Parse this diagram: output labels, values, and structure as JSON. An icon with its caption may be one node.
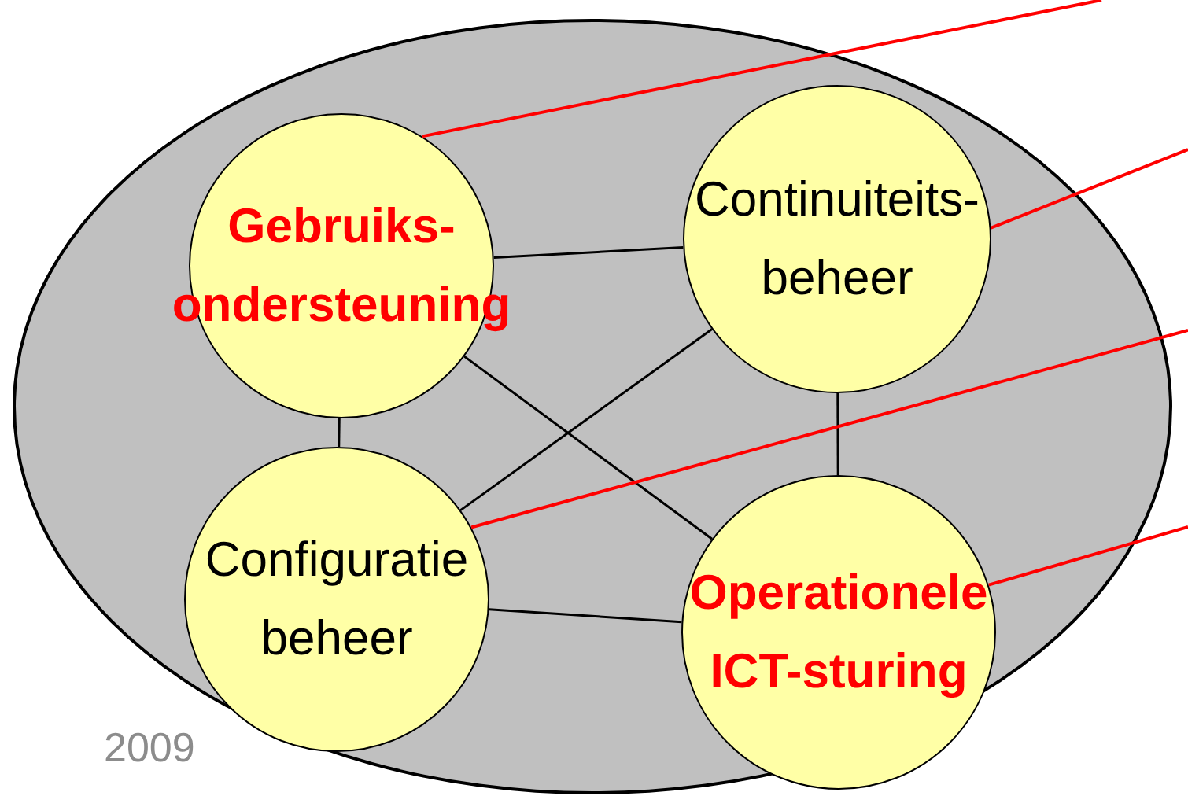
{
  "diagram": {
    "nodes": [
      {
        "text": [],
        "shape": "ellipse"
      },
      {
        "text": [
          "**Gebruiks- ondersteuning**"
        ],
        "in": 0
      },
      {
        "text": [
          "Continuiteits- beheer"
        ],
        "in": 0
      },
      {
        "text": [
          "Configuratie beheer"
        ],
        "in": 0
      },
      {
        "text": [
          "**Operationele ICT-sturing**"
        ],
        "in": 0
      }
    ],
    "edges": [
      {
        "from": 1,
        "to": 2,
        "arrow": "none"
      },
      {
        "from": 1,
        "to": 3,
        "arrow": "none"
      },
      {
        "from": 2,
        "to": 4,
        "arrow": "none"
      },
      {
        "from": 3,
        "to": 4,
        "arrow": "none"
      },
      {
        "from": 1,
        "to": 4,
        "arrow": "none"
      },
      {
        "from": 2,
        "to": 3,
        "arrow": "none"
      },
      {
        "from": null,
        "to": 1,
        "arrow": "none",
        "color": "#ff0000"
      },
      {
        "from": null,
        "to": 2,
        "arrow": "none",
        "color": "#ff0000"
      },
      {
        "from": null,
        "to": 3,
        "arrow": "none",
        "color": "#ff0000"
      },
      {
        "from": null,
        "to": 4,
        "arrow": "none",
        "color": "#ff0000"
      }
    ],
    "labels": [
      "2009"
    ]
  }
}
